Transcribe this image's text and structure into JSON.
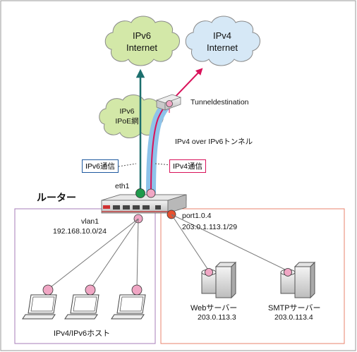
{
  "clouds": {
    "ipv6_internet": [
      "IPv6",
      "Internet"
    ],
    "ipv4_internet": [
      "IPv4",
      "Internet"
    ],
    "ipoe": [
      "IPv6",
      "IPoE網"
    ]
  },
  "labels": {
    "tunnel_destination": "Tunneldestination",
    "tunnel": "IPv4 over IPv6トンネル",
    "ipv6_comm": "IPv6通信",
    "ipv4_comm": "IPv4通信",
    "eth": "eth1",
    "router": "ルーター",
    "vlan": "vlan1",
    "vlan_addr": "192.168.10.0/24",
    "port": "port1.0.4",
    "port_addr": "203.0.1.113.1/29",
    "hosts": "IPv4/IPv6ホスト",
    "web_server": "Webサーバー",
    "web_addr": "203.0.113.3",
    "smtp_server": "SMTPサーバー",
    "smtp_addr": "203.0.113.4"
  },
  "colors": {
    "ipv6_arrow": "#1c6f6e",
    "ipv4_arrow": "#d9125a",
    "tunnel": "#8ec3ea",
    "cloud_green": "#d3e8a8",
    "cloud_blue": "#d6e8f6",
    "lan_box": "#a77cb8",
    "wan_box": "#e8836c",
    "node_pink": "#f0a6c4",
    "node_green": "#1f9a4c",
    "node_red": "#e8502e"
  }
}
